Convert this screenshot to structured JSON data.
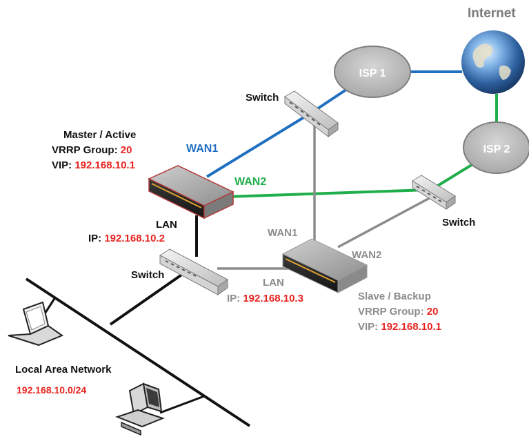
{
  "internet": {
    "label": "Internet"
  },
  "isp1": {
    "label": "ISP 1"
  },
  "isp2": {
    "label": "ISP 2"
  },
  "switch_top": {
    "label": "Switch"
  },
  "switch_right": {
    "label": "Switch"
  },
  "switch_lan": {
    "label": "Switch"
  },
  "master": {
    "title": "Master / Active",
    "vrrp_prefix": "VRRP Group: ",
    "vrrp_value": "20",
    "vip_prefix": "VIP: ",
    "vip_value": "192.168.10.1",
    "wan1_label": "WAN1",
    "wan2_label": "WAN2",
    "lan_label": "LAN",
    "ip_prefix": "IP: ",
    "ip_value": "192.168.10.2"
  },
  "slave": {
    "title": "Slave / Backup",
    "vrrp_prefix": "VRRP Group: ",
    "vrrp_value": "20",
    "vip_prefix": "VIP: ",
    "vip_value": "192.168.10.1",
    "wan1_label": "WAN1",
    "wan2_label": "WAN2",
    "lan_label": "LAN",
    "ip_prefix": "IP: ",
    "ip_value": "192.168.10.3"
  },
  "lan": {
    "title": "Local Area Network",
    "subnet": "192.168.10.0/24"
  },
  "colors": {
    "wan1": "#1f6fc0",
    "wan2": "#1fae4b",
    "gray_link": "#8c8c8c",
    "red": "#e8231f",
    "lan_line": "#111111"
  }
}
